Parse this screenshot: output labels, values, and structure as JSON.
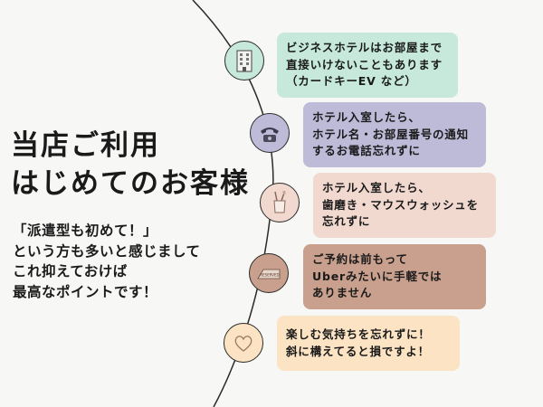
{
  "colors": {
    "background": "#f7f7f5",
    "mint": "#c6e9dc",
    "lavender": "#bdbbd8",
    "pink": "#f1d9d0",
    "brown": "#c8a08d",
    "cream": "#fbe3c3"
  },
  "title": {
    "line1": "当店ご利用",
    "line2": "はじめてのお客様"
  },
  "intro": {
    "line1": "「派遣型も初めて！」",
    "line2": "という方も多いと感じまして",
    "line3": "これ抑えておけば",
    "line4": "最高なポイントです！"
  },
  "timeline": [
    {
      "icon": "hotel-building-icon",
      "lines": [
        "ビジネスホテルはお部屋まで",
        "直接いけないこともあります",
        "（カードキーEV など）"
      ]
    },
    {
      "icon": "telephone-icon",
      "lines": [
        "ホテル入室したら、",
        "ホテル名・お部屋番号の通知",
        "するお電話忘れずに"
      ]
    },
    {
      "icon": "toothbrush-cup-icon",
      "lines": [
        "ホテル入室したら、",
        "歯磨き・マウスウォッシュを",
        "忘れずに"
      ]
    },
    {
      "icon": "reserved-sign-icon",
      "icon_text": "RESERVED",
      "lines": [
        "ご予約は前もって",
        "Uberみたいに手軽では",
        "ありません"
      ]
    },
    {
      "icon": "heart-icon",
      "lines": [
        "楽しむ気持ちを忘れずに！",
        "斜に構えてると損ですよ！"
      ]
    }
  ]
}
